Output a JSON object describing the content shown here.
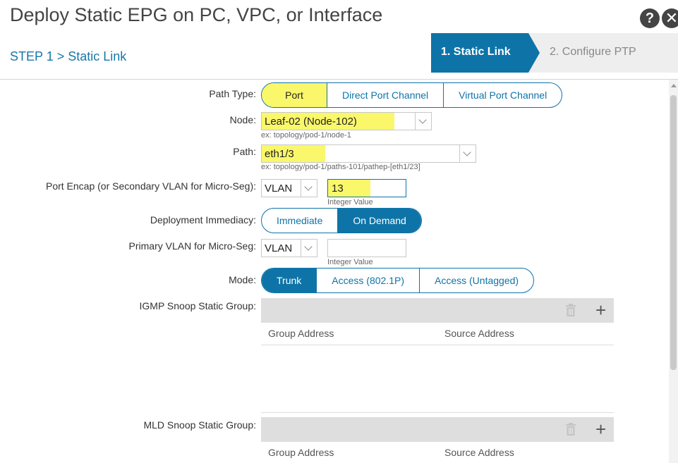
{
  "header": {
    "title": "Deploy Static EPG on PC, VPC, or Interface",
    "help": "?",
    "close": "✕"
  },
  "breadcrumb": "STEP 1 > Static Link",
  "wizard": {
    "step1": "1. Static Link",
    "step2": "2. Configure PTP"
  },
  "form": {
    "path_type": {
      "label": "Path Type:",
      "options": [
        "Port",
        "Direct Port Channel",
        "Virtual Port Channel"
      ],
      "selected": "Port"
    },
    "node": {
      "label": "Node:",
      "value": "Leaf-02 (Node-102)",
      "hint": "ex: topology/pod-1/node-1"
    },
    "path": {
      "label": "Path:",
      "value": "eth1/3",
      "hint": "ex: topology/pod-1/paths-101/pathep-[eth1/23]"
    },
    "port_encap": {
      "label": "Port Encap (or Secondary VLAN for Micro-Seg):",
      "type": "VLAN",
      "value": "13",
      "hint": "Integer Value"
    },
    "deployment": {
      "label": "Deployment Immediacy:",
      "options": [
        "Immediate",
        "On Demand"
      ],
      "selected": "On Demand"
    },
    "primary_vlan": {
      "label": "Primary VLAN for Micro-Seg:",
      "type": "VLAN",
      "value": "",
      "hint": "Integer Value"
    },
    "mode": {
      "label": "Mode:",
      "options": [
        "Trunk",
        "Access (802.1P)",
        "Access (Untagged)"
      ],
      "selected": "Trunk"
    },
    "igmp": {
      "label": "IGMP Snoop Static Group:",
      "columns": [
        "Group Address",
        "Source Address"
      ]
    },
    "mld": {
      "label": "MLD Snoop Static Group:",
      "columns": [
        "Group Address",
        "Source Address"
      ]
    }
  },
  "colors": {
    "accent": "#0e74a8",
    "highlight": "#faf76a"
  }
}
